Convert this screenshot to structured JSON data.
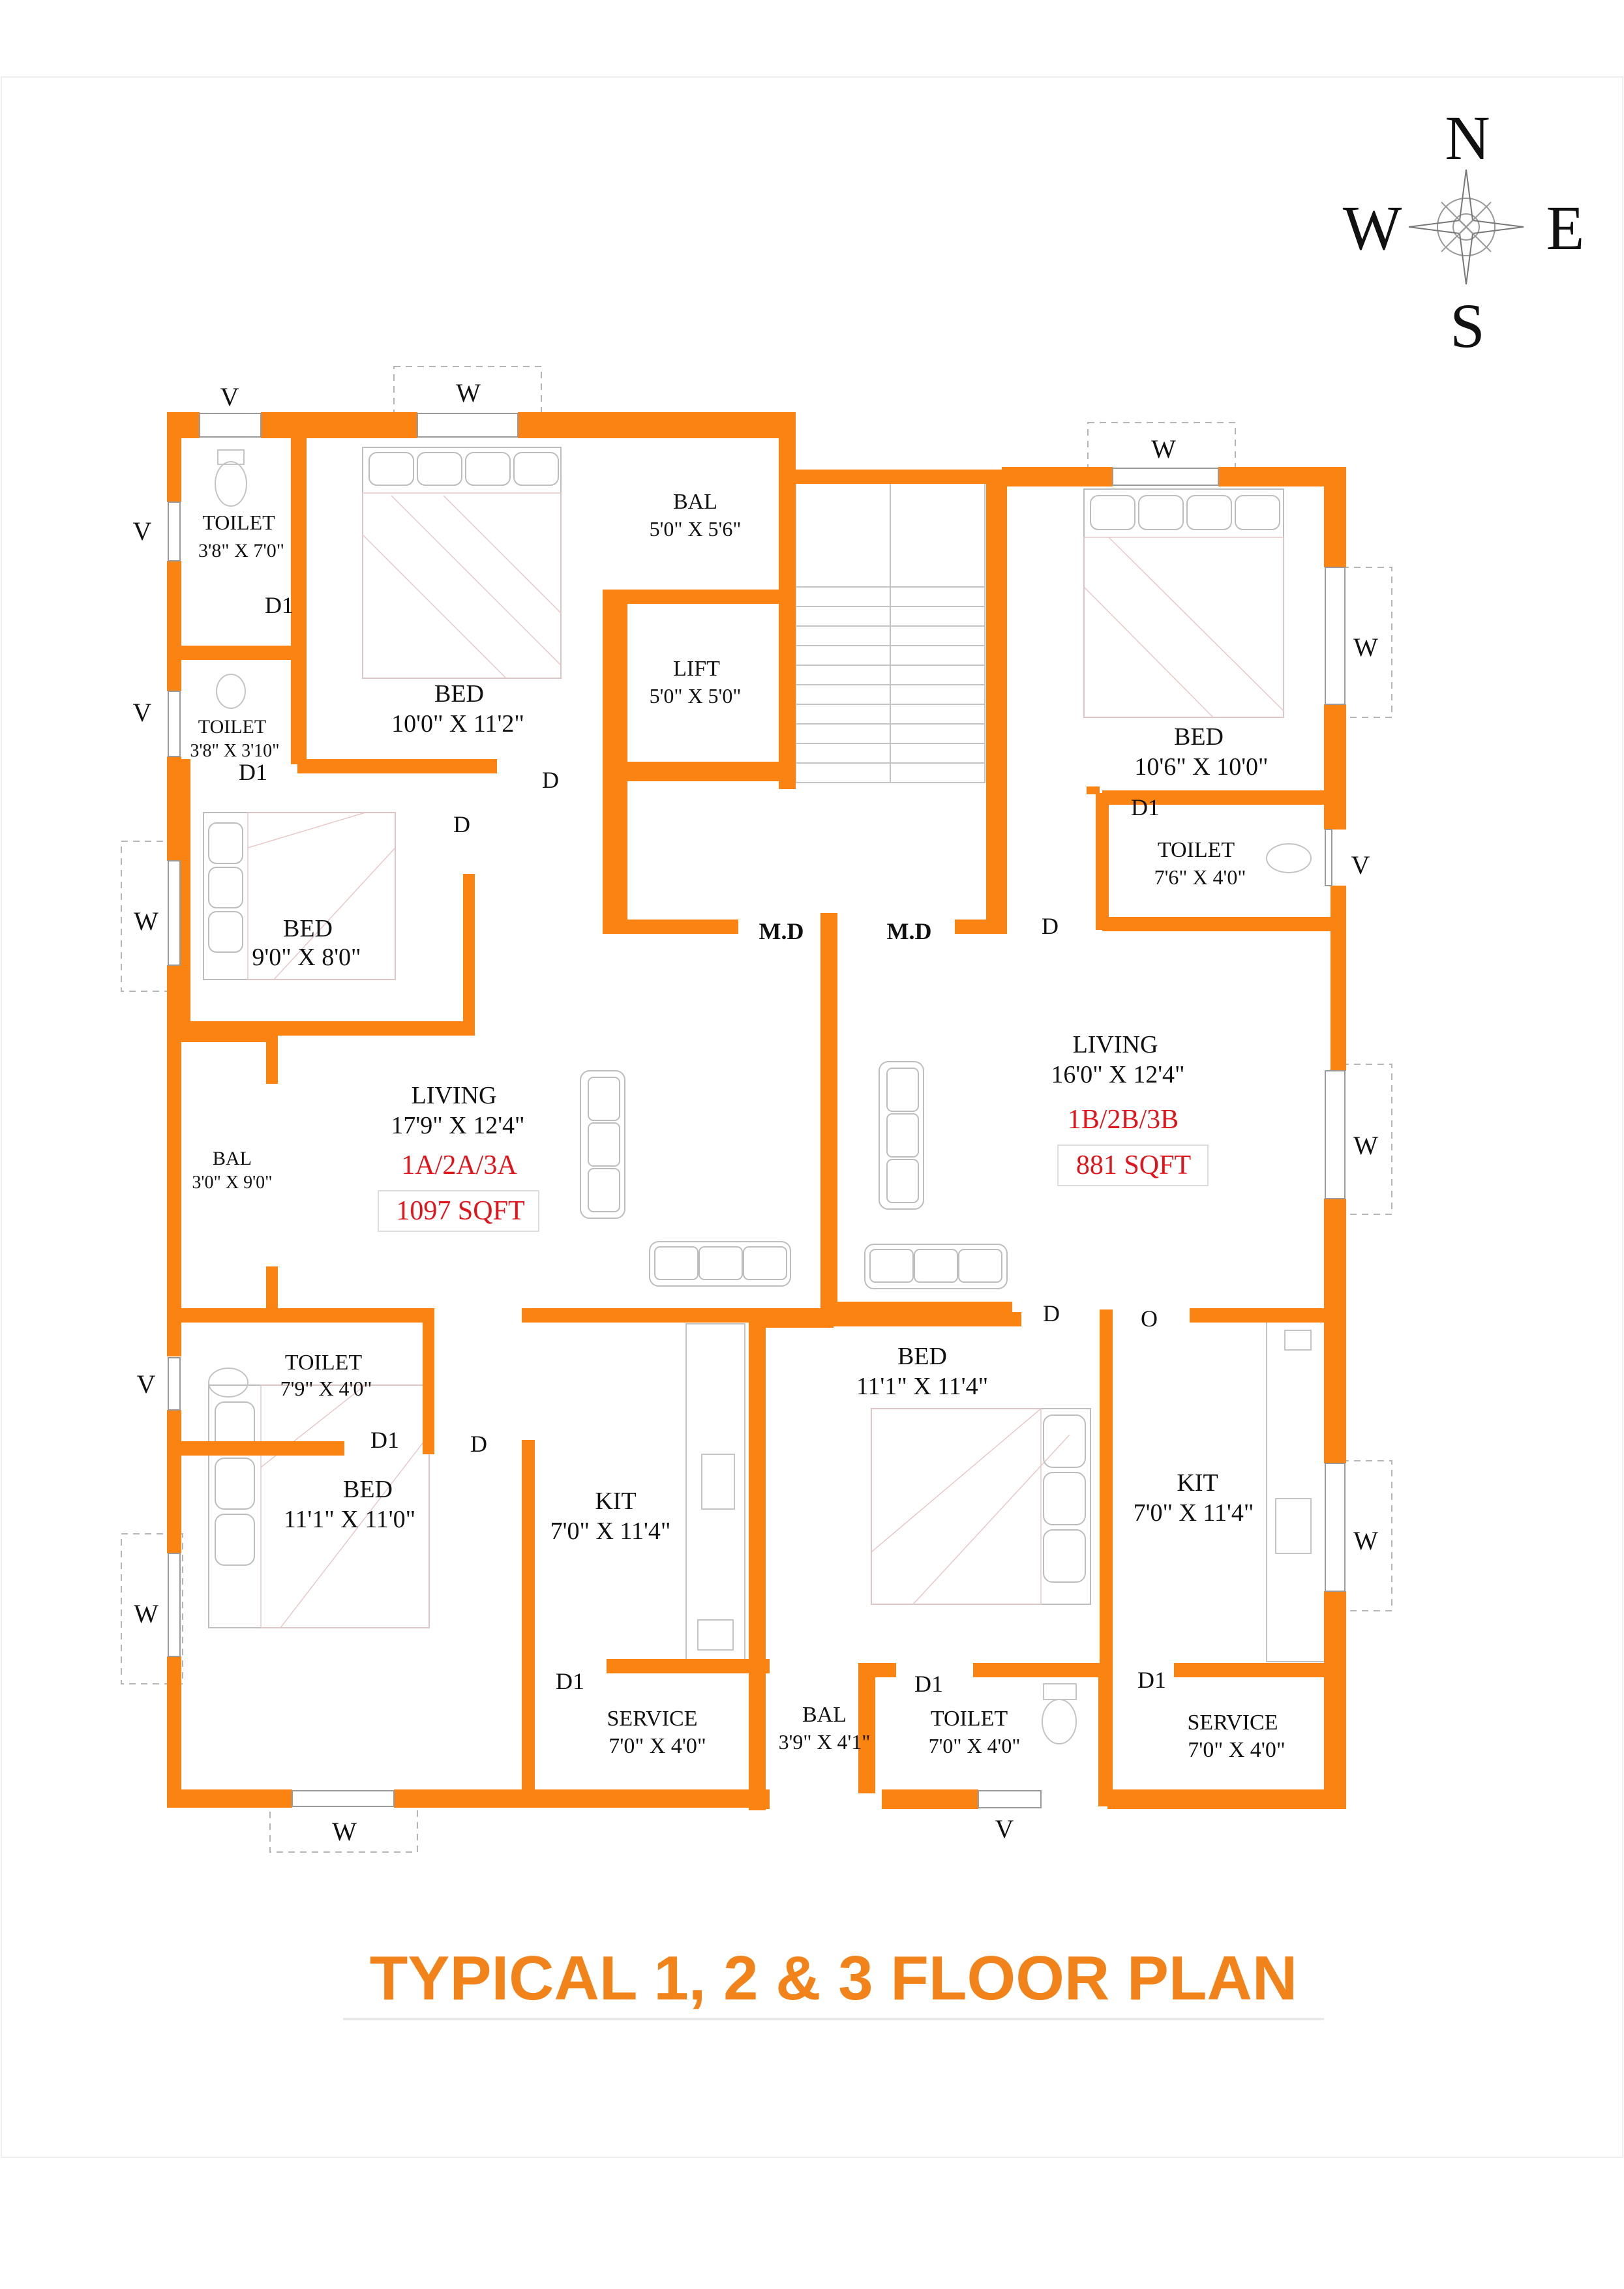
{
  "title": "TYPICAL 1, 2 & 3 FLOOR PLAN",
  "compass": {
    "north": "N",
    "south": "S",
    "east": "E",
    "west": "W"
  },
  "colors": {
    "wall": "#fb8312",
    "accent_text": "#e0141b",
    "title": "#f2831a"
  },
  "unit_a": {
    "name": "1A/2A/3A",
    "area": "1097 SQFT"
  },
  "unit_b": {
    "name": "1B/2B/3B",
    "area": "881 SQFT"
  },
  "rooms": {
    "toilet1": {
      "name": "TOILET",
      "size": "3'8\" X 7'0\""
    },
    "toilet2": {
      "name": "TOILET",
      "size": "3'8\" X 3'10\""
    },
    "bed1": {
      "name": "BED",
      "size": "10'0\" X 11'2\""
    },
    "bal1": {
      "name": "BAL",
      "size": "5'0\" X 5'6\""
    },
    "lift": {
      "name": "LIFT",
      "size": "5'0\" X 5'0\""
    },
    "bed2": {
      "name": "BED",
      "size": "9'0\" X 8'0\""
    },
    "bal2": {
      "name": "BAL",
      "size": "3'0\" X 9'0\""
    },
    "living_a": {
      "name": "LIVING",
      "size": "17'9\" X 12'4\""
    },
    "toilet3": {
      "name": "TOILET",
      "size": "7'9\" X 4'0\""
    },
    "bed3": {
      "name": "BED",
      "size": "11'1\" X 11'0\""
    },
    "kit_a": {
      "name": "KIT",
      "size": "7'0\" X 11'4\""
    },
    "service_a": {
      "name": "SERVICE",
      "size": "7'0\" X 4'0\""
    },
    "bed_b1": {
      "name": "BED",
      "size": "10'6\" X 10'0\""
    },
    "toilet_b1": {
      "name": "TOILET",
      "size": "7'6\" X 4'0\""
    },
    "living_b": {
      "name": "LIVING",
      "size": "16'0\" X 12'4\""
    },
    "bed_b2": {
      "name": "BED",
      "size": "11'1\" X 11'4\""
    },
    "kit_b": {
      "name": "KIT",
      "size": "7'0\" X 11'4\""
    },
    "bal_b": {
      "name": "BAL",
      "size": "3'9\" X 4'1\""
    },
    "toilet_b2": {
      "name": "TOILET",
      "size": "7'0\" X 4'0\""
    },
    "service_b": {
      "name": "SERVICE",
      "size": "7'0\" X 4'0\""
    }
  },
  "marks": {
    "door": "D",
    "door1": "D1",
    "main_door": "M.D",
    "window": "W",
    "ventilator": "V",
    "opening": "O"
  }
}
